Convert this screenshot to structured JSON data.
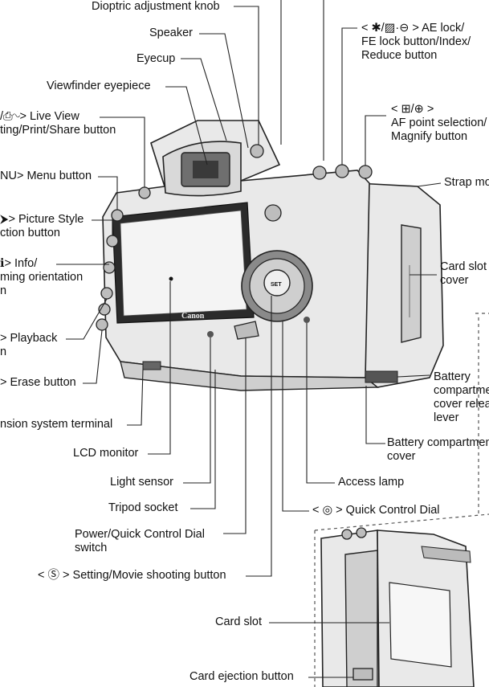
{
  "labels": {
    "dioptric": "Dioptric adjustment knob",
    "speaker": "Speaker",
    "eyecup": "Eyecup",
    "viewfinder": "Viewfinder eyepiece",
    "ae_lock": "< ✱/▨·⊖ > AE lock/\nFE lock button/Index/\nReduce button",
    "af_point": "< ⊞/⊕ >\nAF point selection/\nMagnify button",
    "strap": "Strap mount",
    "live_view": "/⎙∿> Live View\nting/Print/Share button",
    "menu": "NU> Menu button",
    "picture_style": "⮞> Picture Style\nction button",
    "info": "ℹ> Info/\nming orientation\nn",
    "card_slot_cover": "Card slot\ncover",
    "playback": "> Playback\nn",
    "erase": "> Erase button",
    "battery_release": "Battery\ncompartment\ncover release\nlever",
    "extension": "nsion system terminal",
    "battery_cover": "Battery compartment\ncover",
    "lcd": "LCD monitor",
    "light_sensor": "Light sensor",
    "access_lamp": "Access lamp",
    "tripod": "Tripod socket",
    "qcd": "< ◎ > Quick Control Dial",
    "power": "Power/Quick Control Dial\nswitch",
    "set_btn": "< Ⓢ > Setting/Movie shooting button",
    "card_slot": "Card slot",
    "card_eject": "Card ejection button"
  },
  "camera": {
    "brand": "Canon",
    "set_label": "SET"
  }
}
